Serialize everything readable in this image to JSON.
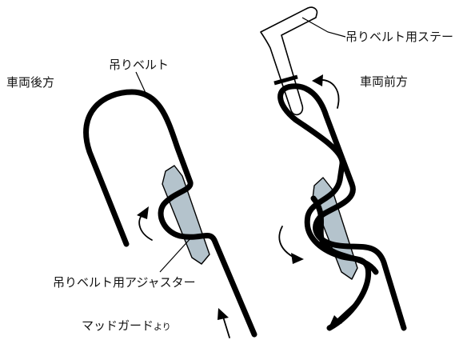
{
  "labels": {
    "vehicle_rear": "車両後方",
    "vehicle_front": "車両前方",
    "hanging_belt": "吊りベルト",
    "belt_stay": "吊りベルト用ステー",
    "belt_adjuster": "吊りベルト用アジャスター",
    "mudguard_from": "マッドガード",
    "mudguard_from_suffix": "より"
  },
  "colors": {
    "belt": "#000000",
    "adjuster_fill": "#b4c3cc",
    "background": "#ffffff"
  }
}
